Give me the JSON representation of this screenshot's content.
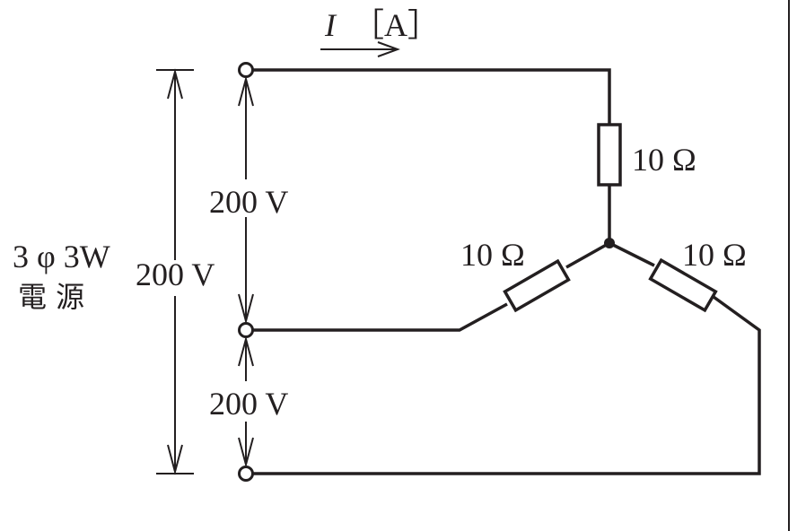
{
  "current": {
    "symbol": "I",
    "unit": "［A］"
  },
  "source": {
    "label_line1": "3 φ 3W",
    "label_line2": "電 源"
  },
  "voltages": {
    "overall": "200 V",
    "upper": "200 V",
    "lower": "200 V"
  },
  "resistors": {
    "top": "10 Ω",
    "left": "10 Ω",
    "right": "10 Ω"
  }
}
